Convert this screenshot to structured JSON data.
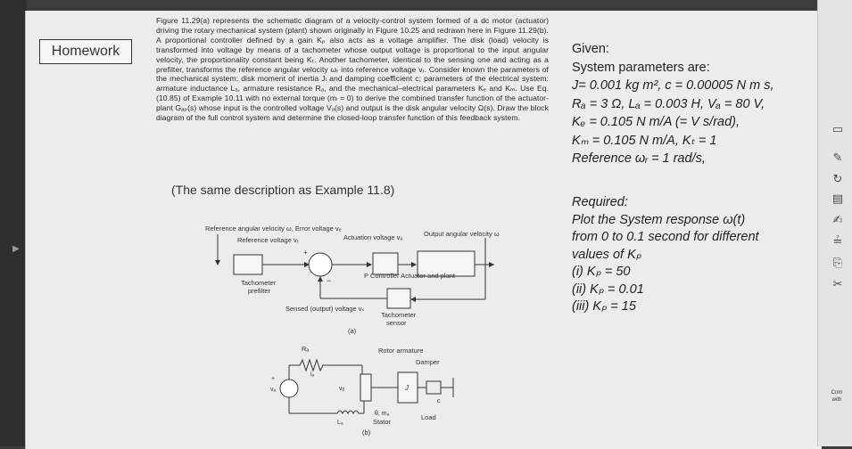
{
  "homework_label": "Homework",
  "problem_text": "Figure 11.29(a) represents the schematic diagram of a velocity-control system formed of a dc motor (actuator) driving the rotary mechanical system (plant) shown originally in Figure 10.25 and redrawn here in Figure 11.29(b). A proportional controller defined by a gain Kₚ also acts as a voltage amplifier. The disk (load) velocity is transformed into voltage by means of a tachometer whose output voltage is proportional to the input angular velocity, the proportionality constant being Kₜ. Another tachometer, identical to the sensing one and acting as a prefilter, transforms the reference angular velocity ωᵣ into reference voltage vᵣ. Consider known the parameters of the mechanical system: disk moment of inertia Jₗ and damping coefficient c; parameters of the electrical system: armature inductance Lₐ, armature resistance Rₐ, and the mechanical–electrical parameters Kₑ and Kₘ. Use Eq. (10.85) of Example 10.11 with no external torque (mₗ = 0) to derive the combined transfer function of the actuator-plant Gₐₚ(s) whose input is the controlled voltage Vₐ(s) and output is the disk angular velocity Ω(s). Draw the block diagram of the full control system and determine the closed-loop transfer function of this feedback system.",
  "same_description": "(The same description as Example 11.8)",
  "given": {
    "title": "Given:",
    "subtitle": "System parameters are:",
    "line1": "J= 0.001 kg m², c = 0.00005 N m s,",
    "line2": "Rₐ = 3 Ω, Lₐ = 0.003 H, Vₐ = 80 V,",
    "line3": "Kₑ = 0.105 N m/A (= V s/rad),",
    "line4": "Kₘ = 0.105 N m/A, Kₜ = 1",
    "line5": "Reference ωᵣ = 1 rad/s,"
  },
  "required": {
    "title": "Required:",
    "line1": "Plot the System response ω(t)",
    "line2": "from 0 to 0.1 second for different",
    "line3": "values of Kₚ",
    "line4": "(i) Kₚ = 50",
    "line5": "(ii) Kₚ = 0.01",
    "line6": "(iii) Kₚ = 15"
  },
  "diagram_a": {
    "ref_angular": "Reference angular velocity ω, Error voltage vₑ",
    "ref_voltage": "Reference voltage vᵣ",
    "actuation": "Actuation voltage vₐ",
    "output_angular": "Output angular velocity ω",
    "plus": "+",
    "minus": "−",
    "tacho_prefilter_1": "Tachometer",
    "tacho_prefilter_2": "prefilter",
    "p_controller": "P Controller  Actuator and plant",
    "sensed": "Sensed (output) voltage vₛ",
    "tacho_sensor_1": "Tachometer",
    "tacho_sensor_2": "sensor",
    "caption": "(a)"
  },
  "diagram_b": {
    "ra": "Rₐ",
    "rotor": "Rotor armature",
    "damper": "Damper",
    "ia": "iₐ",
    "va": "vₐ",
    "vb": "vᵦ",
    "j": "J",
    "c": "c",
    "theta": "θ, mₐ",
    "la": "Lₐ",
    "stator": "Stator",
    "load": "Load",
    "caption": "(b)"
  },
  "right_panel": {
    "label1": "Com",
    "label2": "with"
  }
}
